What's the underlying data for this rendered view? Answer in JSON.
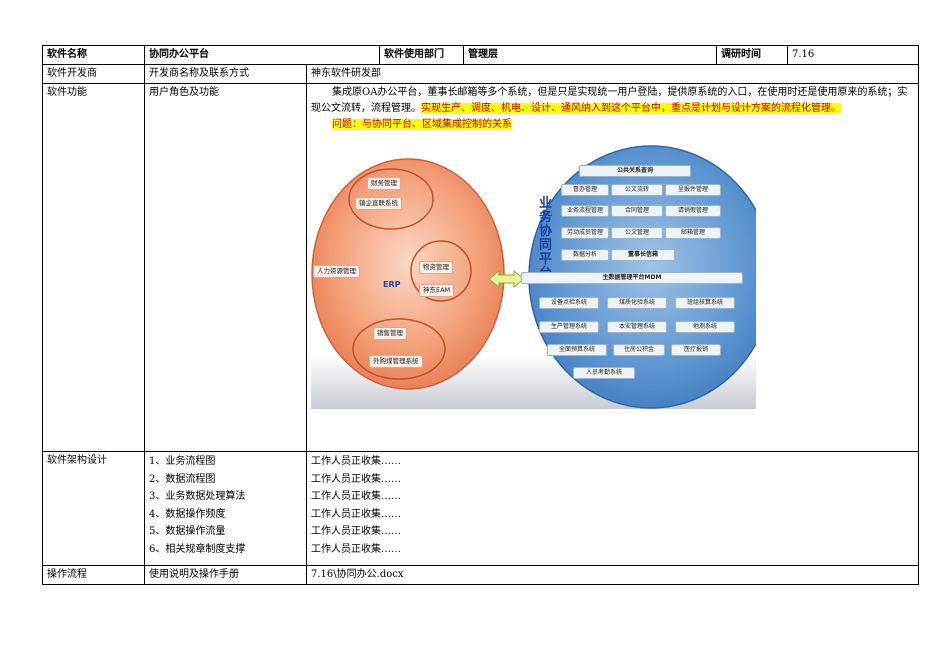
{
  "header": {
    "name_label": "软件名称",
    "name_value": "协同办公平台",
    "dept_label": "软件使用部门",
    "dept_value": "管理层",
    "time_label": "调研时间",
    "time_value": "7.16"
  },
  "developer": {
    "label": "软件开发商",
    "sub": "开发商名称及联系方式",
    "value": "神东软件研发部"
  },
  "function": {
    "label": "软件功能",
    "sub": "用户角色及功能",
    "para1": "集成原OA办公平台，董事长邮箱等多个系统，但是只是实现统一用户登陆，提供原系统的入口，在使用时还是使用原来的系统；实现公文流转，流程管理。",
    "para1_highlight": "实现生产、调度、机电、设计、通风纳入到这个平台中，重点是计划与设计方案的流程化管理。",
    "question": "问题：与协同平台、区域集成控制的关系"
  },
  "figure": {
    "erp_label": "ERP",
    "left_items": [
      "财务管理",
      "镇企直联系统",
      "人力资源管理",
      "物资管理",
      "神东EAM",
      "销售管理",
      "外购煤管理系统"
    ],
    "vertical_title": [
      "业",
      "务",
      "协",
      "同",
      "平",
      "台"
    ],
    "top_box": "公共关系查询",
    "grid": [
      "督办管理",
      "公文流转",
      "呈报件管理",
      "业务流程管理",
      "合同管理",
      "请销假管理",
      "劳动成员管理",
      "公文管理",
      "邮箱管理",
      "数据分析",
      "董事长信箱"
    ],
    "mdm": "主数据管理平台MDM",
    "bottom": [
      "设备点检系统",
      "煤质化验系统",
      "班组核算系统",
      "生产管理系统",
      "本安管理系统",
      "地测系统",
      "全面预算系统",
      "住房公积金",
      "医疗报销",
      "人员考勤系统"
    ]
  },
  "architecture": {
    "label": "软件架构设计",
    "items": [
      "1、业务流程图",
      "2、数据流程图",
      "3、业务数据处理算法",
      "4、数据操作频度",
      "5、数据操作流量",
      "6、相关规章制度支撑"
    ],
    "values": [
      "工作人员正收集……",
      "工作人员正收集……",
      "工作人员正收集……",
      "工作人员正收集……",
      "工作人员正收集……",
      "工作人员正收集……"
    ]
  },
  "operation": {
    "label": "操作流程",
    "sub": "使用说明及操作手册",
    "value": "7.16\\协同办公.docx"
  }
}
